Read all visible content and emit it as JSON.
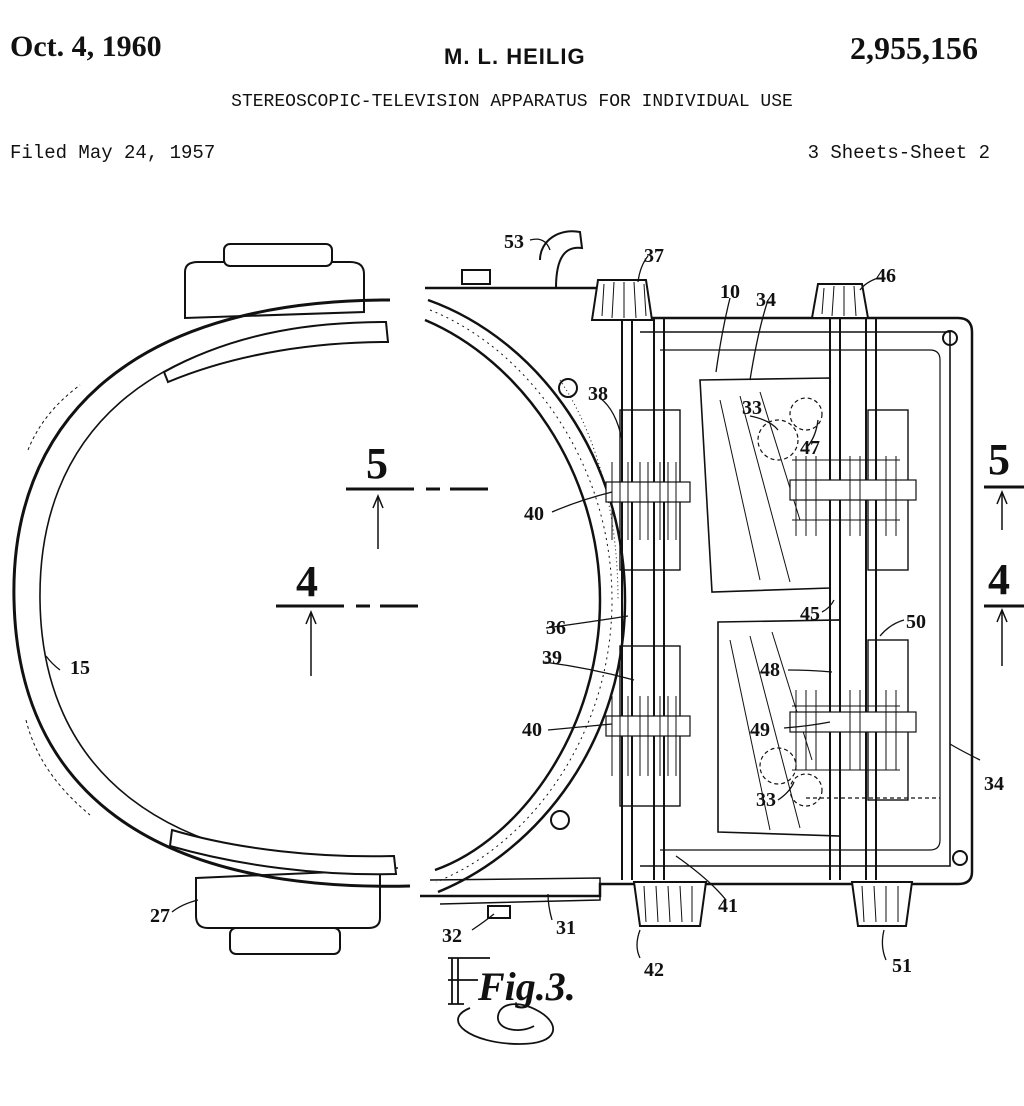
{
  "header": {
    "date": "Oct. 4, 1960",
    "inventor": "M. L. HEILIG",
    "patent_number": "2,955,156",
    "title": "STEREOSCOPIC-TELEVISION APPARATUS FOR INDIVIDUAL USE",
    "filed": "Filed May 24, 1957",
    "sheets": "3 Sheets-Sheet 2"
  },
  "figure": {
    "caption": "Fig.3.",
    "section_marks": {
      "five": "5",
      "four": "4"
    },
    "labels": {
      "l53": "53",
      "l37": "37",
      "l10": "10",
      "l34a": "34",
      "l46": "46",
      "l38": "38",
      "l33a": "33",
      "l47": "47",
      "l40a": "40",
      "l36": "36",
      "l39": "39",
      "l45": "45",
      "l50": "50",
      "l48": "48",
      "l15": "15",
      "l49": "49",
      "l40b": "40",
      "l33b": "33",
      "l34b": "34",
      "l27": "27",
      "l41": "41",
      "l32": "32",
      "l31": "31",
      "l42": "42",
      "l51": "51"
    }
  }
}
